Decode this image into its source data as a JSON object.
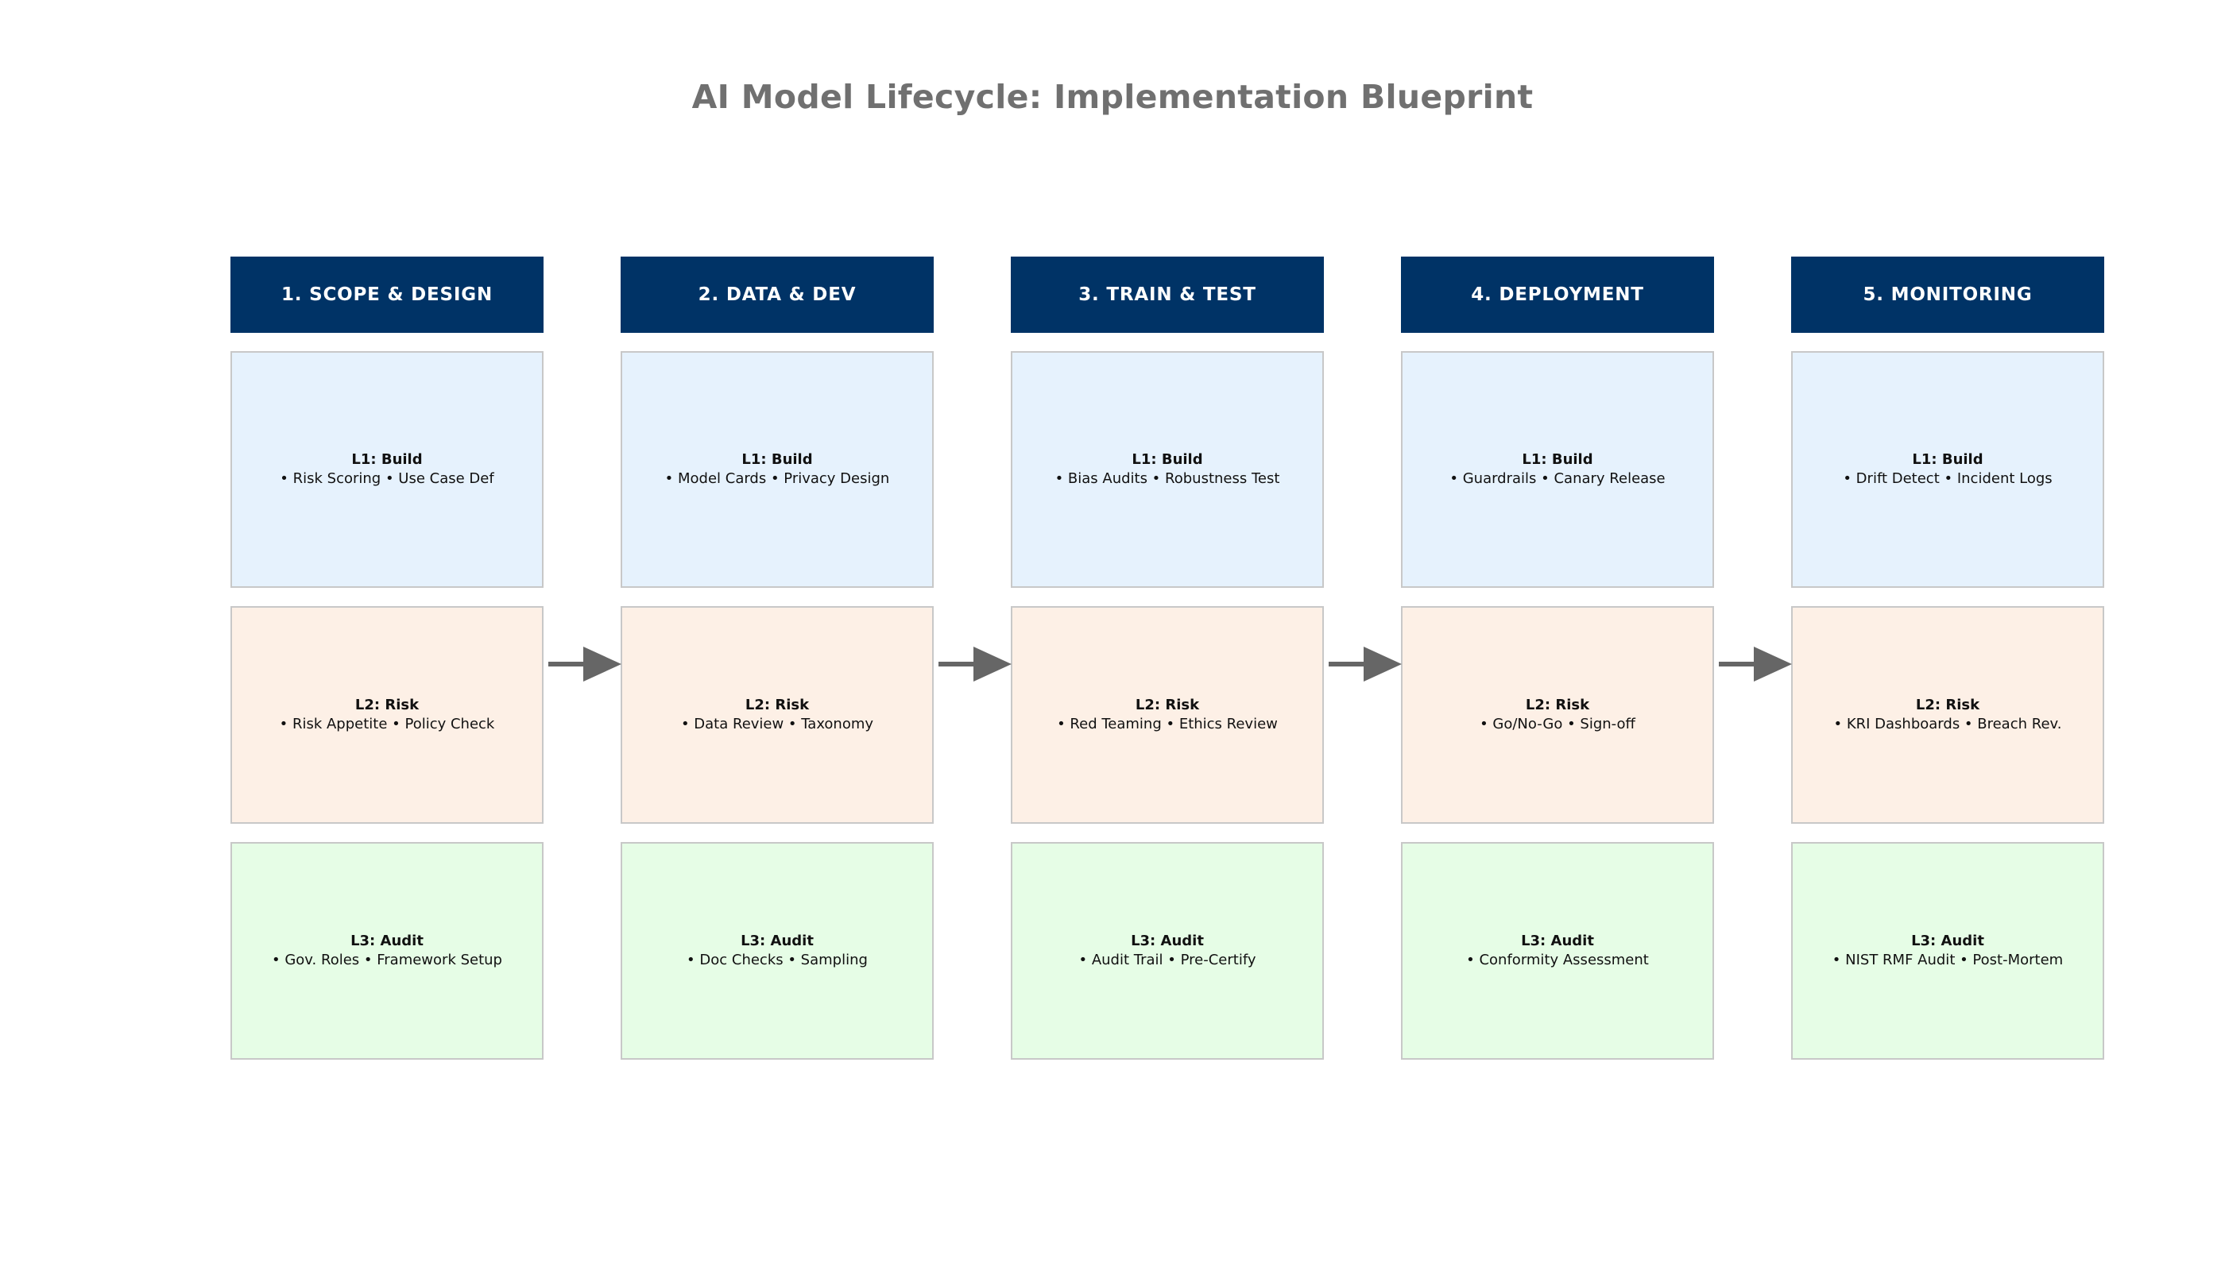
{
  "title": "AI Model Lifecycle: Implementation Blueprint",
  "stages": [
    {
      "header": "1. SCOPE & DESIGN",
      "l1": {
        "label": "L1: Build",
        "items": "• Risk Scoring • Use Case Def"
      },
      "l2": {
        "label": "L2: Risk",
        "items": "• Risk Appetite • Policy Check"
      },
      "l3": {
        "label": "L3: Audit",
        "items": "• Gov. Roles • Framework Setup"
      }
    },
    {
      "header": "2. DATA & DEV",
      "l1": {
        "label": "L1: Build",
        "items": "• Model Cards • Privacy Design"
      },
      "l2": {
        "label": "L2: Risk",
        "items": "• Data Review • Taxonomy"
      },
      "l3": {
        "label": "L3: Audit",
        "items": "• Doc Checks • Sampling"
      }
    },
    {
      "header": "3. TRAIN & TEST",
      "l1": {
        "label": "L1: Build",
        "items": "• Bias Audits • Robustness Test"
      },
      "l2": {
        "label": "L2: Risk",
        "items": "• Red Teaming • Ethics Review"
      },
      "l3": {
        "label": "L3: Audit",
        "items": "• Audit Trail • Pre-Certify"
      }
    },
    {
      "header": "4. DEPLOYMENT",
      "l1": {
        "label": "L1: Build",
        "items": "• Guardrails • Canary Release"
      },
      "l2": {
        "label": "L2: Risk",
        "items": "• Go/No-Go • Sign-off"
      },
      "l3": {
        "label": "L3: Audit",
        "items": "• Conformity Assessment"
      }
    },
    {
      "header": "5. MONITORING",
      "l1": {
        "label": "L1: Build",
        "items": "• Drift Detect • Incident Logs"
      },
      "l2": {
        "label": "L2: Risk",
        "items": "• KRI Dashboards • Breach Rev."
      },
      "l3": {
        "label": "L3: Audit",
        "items": "• NIST RMF Audit • Post-Mortem"
      }
    }
  ],
  "colors": {
    "header_bg": "#003366",
    "l1_bg": "#e6f2fd",
    "l2_bg": "#fdf0e6",
    "l3_bg": "#e6fde6",
    "arrow": "#666666",
    "title": "#707070"
  }
}
